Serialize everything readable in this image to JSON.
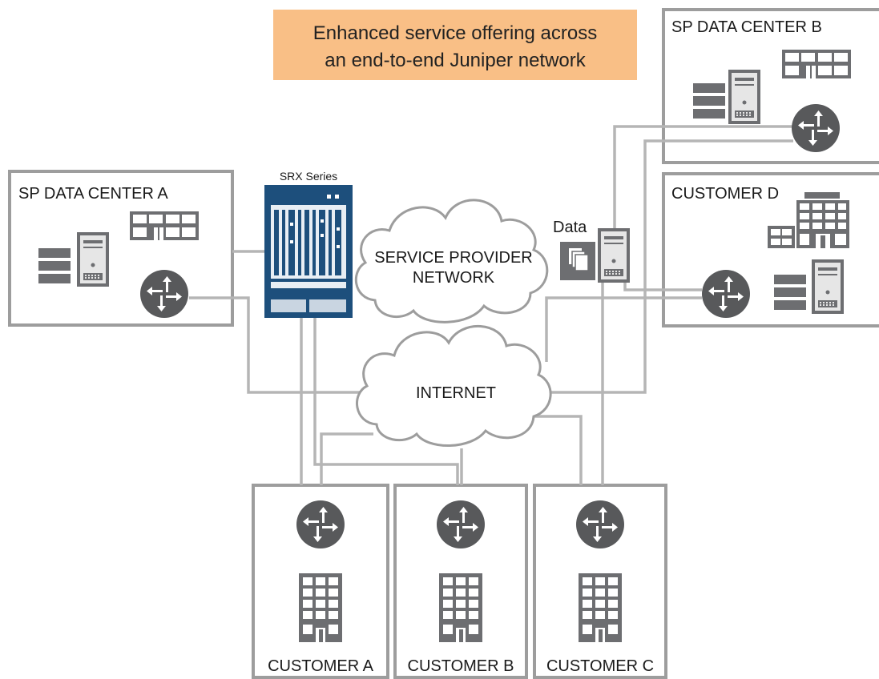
{
  "callout": {
    "line1": "Enhanced service offering across",
    "line2": "an end-to-end Juniper network",
    "color": "#f9bf86"
  },
  "sites": {
    "dc_a": "SP DATA CENTER A",
    "dc_b": "SP DATA CENTER B",
    "cust_d": "CUSTOMER D",
    "cust_a": "CUSTOMER A",
    "cust_b": "CUSTOMER B",
    "cust_c": "CUSTOMER C"
  },
  "srx": {
    "label": "SRX Series",
    "color": "#1d4f7c"
  },
  "clouds": {
    "sp_line1": "SERVICE PROVIDER",
    "sp_line2": "NETWORK",
    "internet": "INTERNET"
  },
  "data_label": "Data",
  "icons": {
    "router": "router-icon",
    "server": "server-icon",
    "storage": "storage-icon",
    "building": "building-icon",
    "data": "data-copy-icon"
  },
  "colors": {
    "router": "#58595b",
    "icon_gray": "#6d6e71",
    "line": "#b5b5b5"
  }
}
